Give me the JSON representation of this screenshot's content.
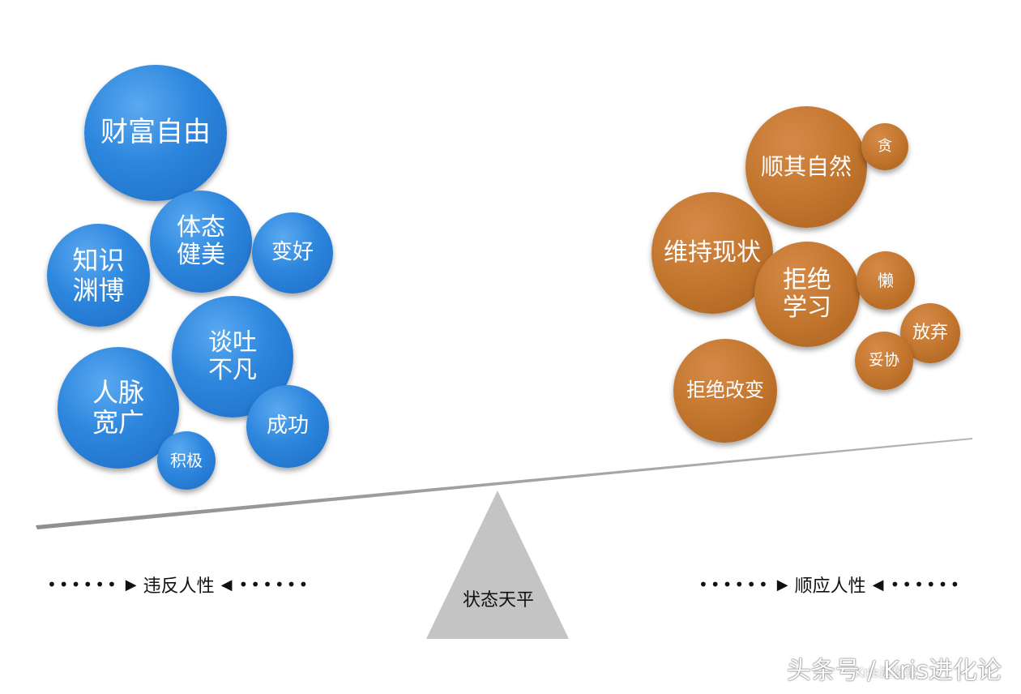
{
  "left_bubbles": [
    {
      "text": "财富自由",
      "color": "blue"
    },
    {
      "text": "体态\n健美",
      "color": "blue"
    },
    {
      "text": "知识\n渊博",
      "color": "blue"
    },
    {
      "text": "变好",
      "color": "blue"
    },
    {
      "text": "谈吐\n不凡",
      "color": "blue"
    },
    {
      "text": "人脉\n宽广",
      "color": "blue"
    },
    {
      "text": "成功",
      "color": "blue"
    },
    {
      "text": "积极",
      "color": "blue"
    }
  ],
  "right_bubbles": [
    {
      "text": "顺其自然",
      "color": "orange"
    },
    {
      "text": "贪",
      "color": "orange"
    },
    {
      "text": "维持现状",
      "color": "orange"
    },
    {
      "text": "拒绝\n学习",
      "color": "orange"
    },
    {
      "text": "懒",
      "color": "orange"
    },
    {
      "text": "放弃",
      "color": "orange"
    },
    {
      "text": "妥协",
      "color": "orange"
    },
    {
      "text": "拒绝改变",
      "color": "orange"
    }
  ],
  "labels": {
    "left": "违反人性",
    "right": "顺应人性",
    "fulcrum": "状态天平",
    "dots": "••••••",
    "arrow_right": "▶",
    "arrow_left": "◀"
  },
  "watermark": {
    "main": "头条号 / Kris进化论",
    "small": "Kris进化论"
  },
  "colors": {
    "blue": "#2d86dd",
    "orange": "#c3762e",
    "beam": "#9a9a9a",
    "fulcrum": "#c4c4c4"
  }
}
